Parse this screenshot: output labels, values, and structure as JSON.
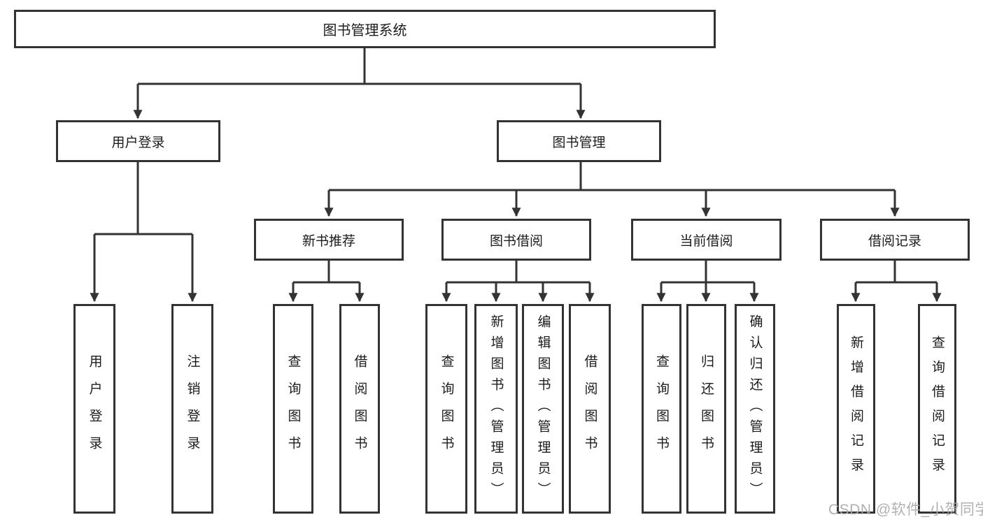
{
  "diagram": {
    "tree": {
      "label": "图书管理系统",
      "children": [
        {
          "label": "用户登录",
          "children": [
            {
              "label": "用户登录"
            },
            {
              "label": "注销登录"
            }
          ]
        },
        {
          "label": "图书管理",
          "children": [
            {
              "label": "新书推荐",
              "children": [
                {
                  "label": "查询图书"
                },
                {
                  "label": "借阅图书"
                }
              ]
            },
            {
              "label": "图书借阅",
              "children": [
                {
                  "label": "查询图书"
                },
                {
                  "label": "新增图书（管理员）"
                },
                {
                  "label": "编辑图书（管理员）"
                },
                {
                  "label": "借阅图书"
                }
              ]
            },
            {
              "label": "当前借阅",
              "children": [
                {
                  "label": "查询图书"
                },
                {
                  "label": "归还图书"
                },
                {
                  "label": "确认归还（管理员）"
                }
              ]
            },
            {
              "label": "借阅记录",
              "children": [
                {
                  "label": "新增借阅记录"
                },
                {
                  "label": "查询借阅记录"
                }
              ]
            }
          ]
        }
      ]
    },
    "colors": {
      "line": "#333333",
      "box_border": "#333333",
      "text": "#1c1c1c",
      "background": "#ffffff",
      "watermark": "#ababab"
    },
    "watermark": "CSDN @软件_小贺同学"
  }
}
